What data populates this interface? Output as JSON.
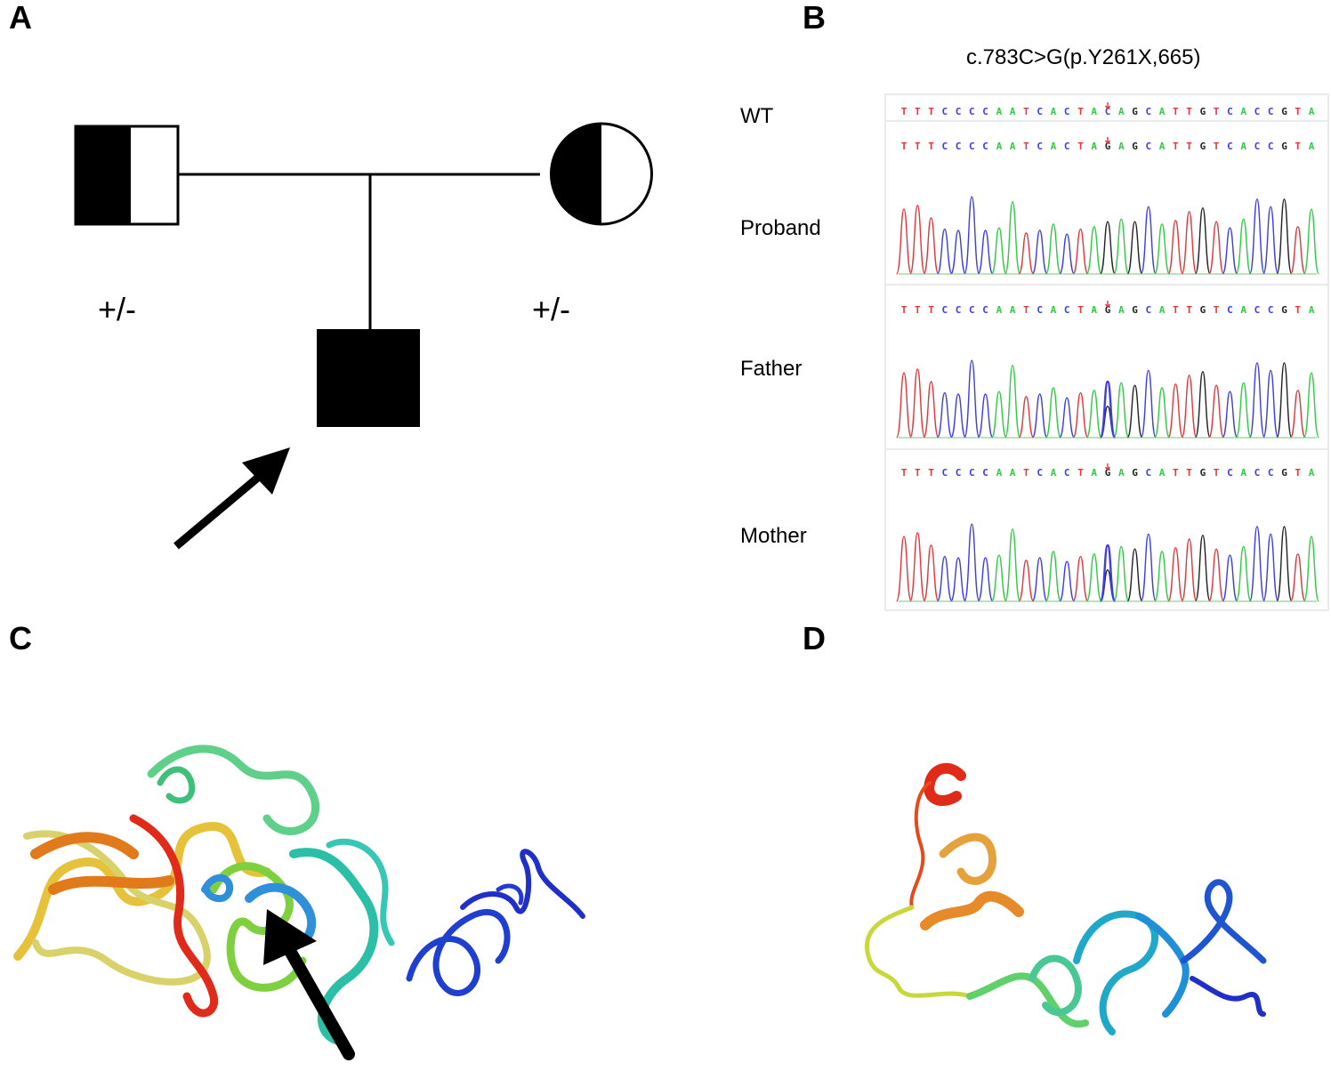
{
  "panels": {
    "a": "A",
    "b": "B",
    "c": "C",
    "d": "D"
  },
  "pedigree": {
    "father_genotype": "+/-",
    "mother_genotype": "+/-"
  },
  "sequencing": {
    "mutation": "c.783C>G(p.Y261X,665)",
    "traces": [
      {
        "label": "WT",
        "sequence": "TTTCCCCAATCACTACAGCATTGTCACCGTA"
      },
      {
        "label": "Proband",
        "sequence": "TTTCCCCAATCACTAGAGCATTGTCACCGTA"
      },
      {
        "label": "Father",
        "sequence": "TTTCCCCAATCACTAGAGCATTGTCACCGTA"
      },
      {
        "label": "Mother",
        "sequence": "TTTCCCCAATCACTAGAGCATTGTCACCGTA"
      }
    ],
    "base_colors": {
      "A": "#2ecc40",
      "C": "#3b3bf0",
      "G": "#222222",
      "T": "#e8343a"
    }
  }
}
